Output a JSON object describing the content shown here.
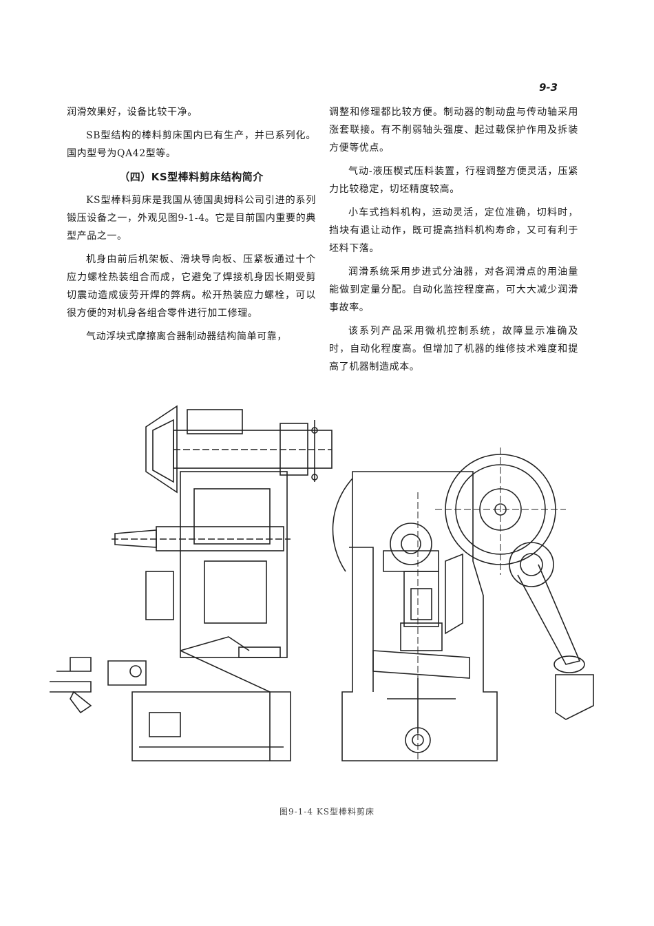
{
  "page_number": "9-3",
  "left_column": {
    "p1": "润滑效果好，设备比较干净。",
    "p2": "SB型结构的棒料剪床国内已有生产，并已系列化。国内型号为QA42型等。",
    "heading": "（四）KS型棒料剪床结构简介",
    "p3": "KS型棒料剪床是我国从德国奥姆科公司引进的系列锻压设备之一，外观见图9-1-4。它是目前国内重要的典型产品之一。",
    "p4": "机身由前后机架板、滑块导向板、压紧板通过十个应力螺栓热装组合而成，它避免了焊接机身因长期受剪切震动造成疲劳开焊的弊病。松开热装应力螺栓，可以很方便的对机身各组合零件进行加工修理。",
    "p5": "气动浮块式摩擦离合器制动器结构简单可靠，"
  },
  "right_column": {
    "p1": "调整和修理都比较方便。制动器的制动盘与传动轴采用涨套联接。有不削弱轴头强度、起过载保护作用及拆装方便等优点。",
    "p2": "气动-液压楔式压料装置，行程调整方便灵活，压紧力比较稳定，切坯精度较高。",
    "p3": "小车式挡料机构，运动灵活，定位准确，切料时，挡块有退让动作，既可提高挡料机构寿命，又可有利于坯料下落。",
    "p4": "润滑系统采用步进式分油器，对各润滑点的用油量能做到定量分配。自动化监控程度高，可大大减少润滑事故率。",
    "p5": "该系列产品采用微机控制系统，故障显示准确及时，自动化程度高。但增加了机器的维修技术难度和提高了机器制造成本。"
  },
  "figure": {
    "caption": "图9-1-4  KS型棒料剪床"
  }
}
